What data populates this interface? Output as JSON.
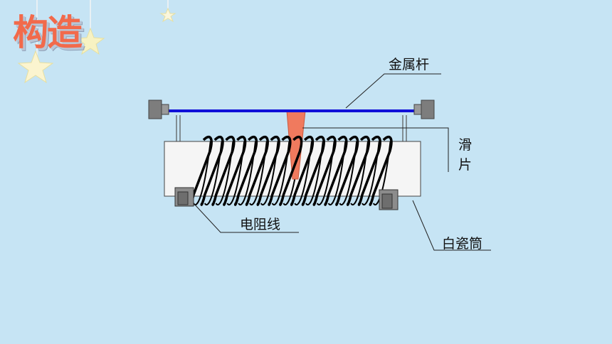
{
  "title": "构造",
  "labels": {
    "metal_rod": "金属杆",
    "slider_line1": "滑",
    "slider_line2": "片",
    "resistance_wire": "电阻线",
    "porcelain_tube": "白瓷筒"
  },
  "colors": {
    "background": "#c6e4f4",
    "title": "#f26a4b",
    "rod": "#1010d8",
    "slider": "#f07a5e",
    "wire": "#000000",
    "tube": "#f5f5f5",
    "terminal": "#808080"
  },
  "decorations": [
    "star-icon",
    "star-icon",
    "star-icon"
  ]
}
